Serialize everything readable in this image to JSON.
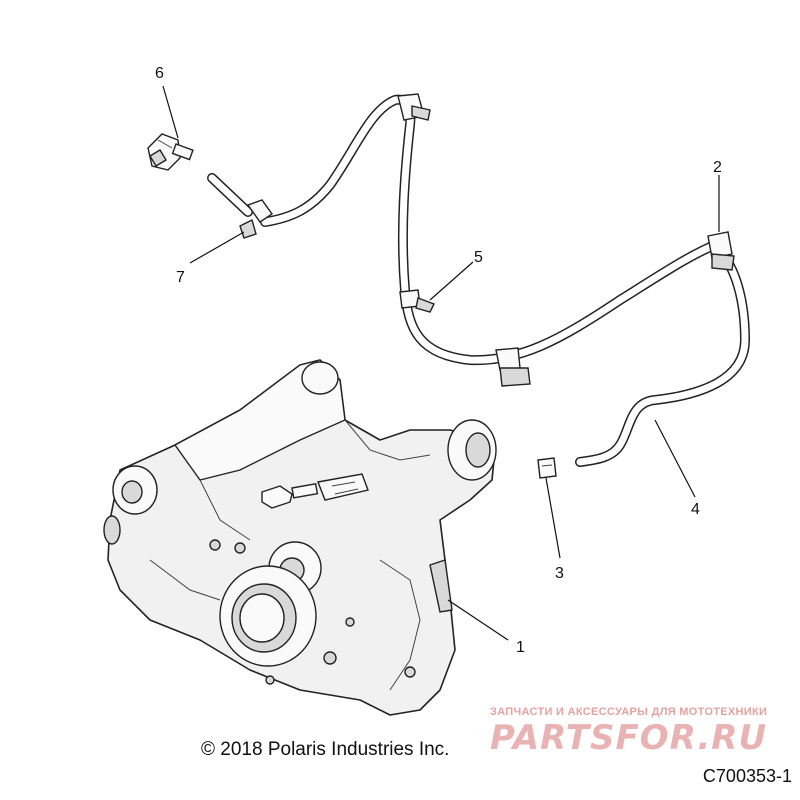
{
  "callouts": {
    "c1": "1",
    "c2": "2",
    "c3": "3",
    "c4": "4",
    "c5": "5",
    "c6": "6",
    "c7": "7"
  },
  "footer": {
    "copyright": "© 2018 Polaris Industries Inc.",
    "drawing_code": "C700353-1"
  },
  "watermark": {
    "tagline": "ЗАПЧАСТИ И АКСЕССУАРЫ ДЛЯ МОТОТЕХНИКИ",
    "logo_text": "PARTSFOR.RU"
  },
  "colors": {
    "line": "#222222",
    "watermark": "#e3a3a3"
  }
}
